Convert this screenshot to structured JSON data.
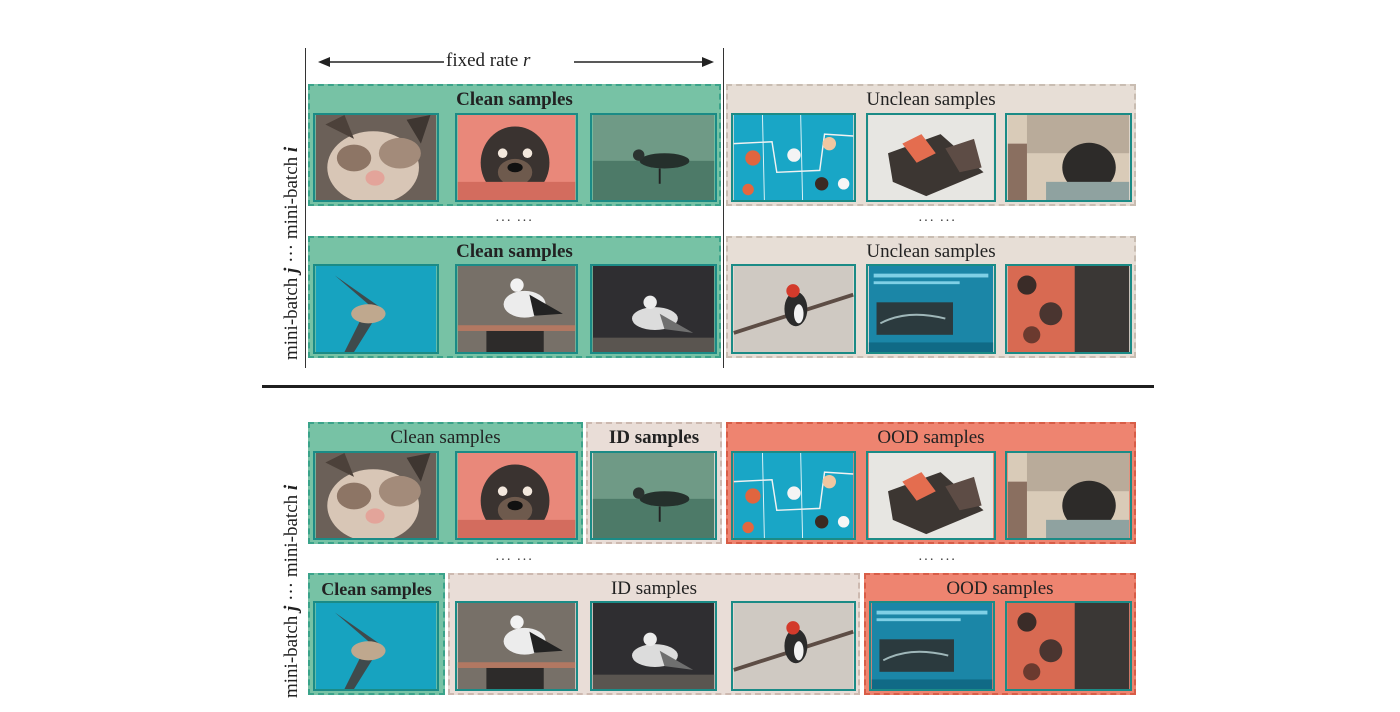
{
  "top": {
    "arrow_label": "fixed rate ",
    "arrow_var": "r",
    "row_i": {
      "clean_label": "Clean samples",
      "unclean_label": "Unclean samples"
    },
    "row_j": {
      "clean_label": "Clean samples",
      "unclean_label": "Unclean samples"
    },
    "side_label": {
      "prefix_j": "mini-batch ",
      "var_j": "j",
      "dots": " ··· mini-batch ",
      "var_i": "i"
    },
    "ellipsis_left": "··· ···",
    "ellipsis_right": "··· ···"
  },
  "bottom": {
    "row_i": {
      "clean_label": "Clean samples",
      "id_label": "ID samples",
      "ood_label": "OOD samples"
    },
    "row_j": {
      "clean_label": "Clean samples",
      "id_label": "ID samples",
      "ood_label": "OOD samples"
    },
    "side_label": {
      "prefix_j": "mini-batch ",
      "var_j": "j",
      "dots": " ··· mini-batch ",
      "var_i": "i"
    },
    "ellipsis_left": "··· ···",
    "ellipsis_right": "··· ···"
  },
  "colors": {
    "clean": "#77c2a5",
    "unclean": "#e7ded6",
    "id": "#e9ddd7",
    "ood": "#ee8470",
    "thumb_border": "#1b8b86"
  },
  "thumbnails": [
    "cat-photo",
    "dog-photo",
    "seagull-on-water",
    "dog-map-illustration",
    "fallen-bird",
    "tiled-wall-scene",
    "bird-in-flight",
    "seagull-on-post",
    "seagull-on-dark",
    "woodpecker-on-branch",
    "screen-capture",
    "red-foliage"
  ]
}
